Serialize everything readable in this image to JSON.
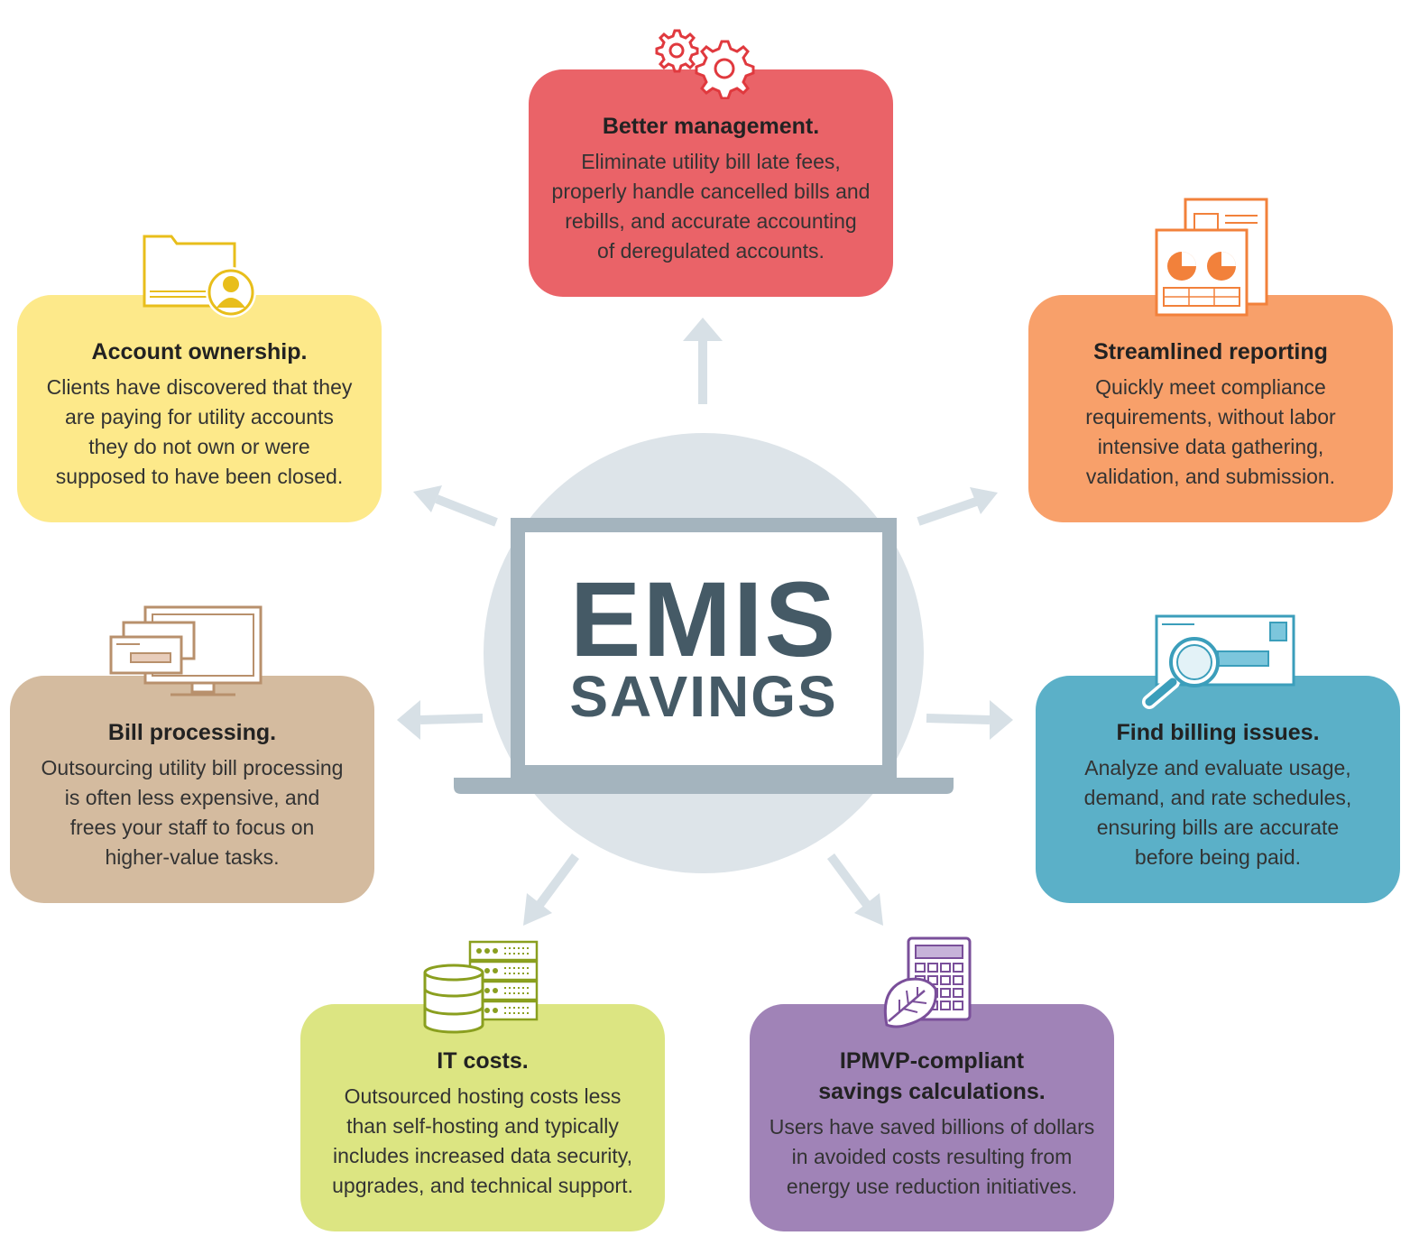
{
  "center": {
    "title": "EMIS",
    "subtitle": "SAVINGS"
  },
  "boxes": {
    "management": {
      "title": "Better management.",
      "lines": [
        "Eliminate utility bill late fees,",
        "properly handle cancelled bills and",
        "rebills, and accurate accounting",
        "of deregulated accounts."
      ],
      "color": "#ea6368"
    },
    "ownership": {
      "title": "Account ownership.",
      "lines": [
        "Clients have discovered that they",
        "are paying for utility accounts",
        "they do not own or were",
        "supposed to have been closed."
      ],
      "color": "#fde98a"
    },
    "reporting": {
      "title": "Streamlined reporting",
      "lines": [
        "Quickly meet compliance",
        "requirements, without labor",
        "intensive data gathering,",
        "validation, and submission."
      ],
      "color": "#f8a06a"
    },
    "billing": {
      "title": "Bill processing.",
      "lines": [
        "Outsourcing utility bill processing",
        "is often less expensive, and",
        "frees your staff to focus on",
        "higher-value tasks."
      ],
      "color": "#d4bb9f"
    },
    "find": {
      "title": "Find billing issues.",
      "lines": [
        "Analyze and evaluate usage,",
        "demand, and rate schedules,",
        "ensuring bills are accurate",
        "before being paid."
      ],
      "color": "#5bb0c8"
    },
    "it": {
      "title": "IT costs.",
      "lines": [
        "Outsourced hosting costs less",
        "than self-hosting and typically",
        "includes increased data security,",
        "upgrades, and technical support."
      ],
      "color": "#dce582"
    },
    "ipmvp": {
      "title_lines": [
        "IPMVP-compliant",
        "savings calculations."
      ],
      "lines": [
        "Users have saved billions of dollars",
        "in avoided costs resulting from",
        "energy use reduction initiatives."
      ],
      "color": "#a083b7"
    }
  },
  "icons": [
    "gears-icon",
    "folder-user-icon",
    "reports-icon",
    "monitor-envelopes-icon",
    "envelope-magnifier-icon",
    "server-database-icon",
    "calculator-leaf-icon"
  ]
}
